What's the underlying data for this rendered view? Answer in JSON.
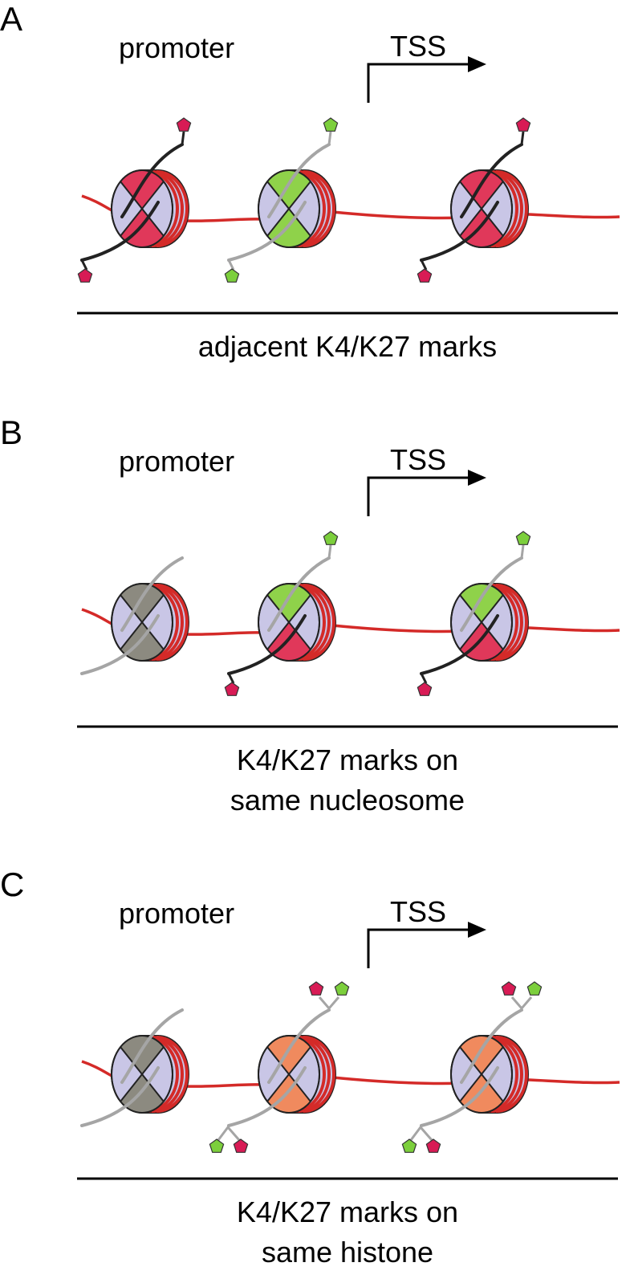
{
  "colors": {
    "dna": "#d42a28",
    "histone_body": "#c9c6e6",
    "k27_red": "#e0385a",
    "k4_green": "#8fd24a",
    "dual_orange": "#f08a5e",
    "unmarked_gray": "#8c8a80",
    "tail_black": "#222222",
    "tail_gray": "#a5a5a5",
    "mark_red": "#d81b55",
    "mark_green": "#7ccf3c"
  },
  "panels": [
    {
      "letter": "A",
      "promoter_label": "promoter",
      "tss_label": "TSS",
      "caption_lines": [
        "adjacent K4/K27 marks"
      ],
      "nucleosomes": [
        {
          "top": "red",
          "bottom": "red",
          "tail_top": "black",
          "tail_bottom": "black",
          "marks_top": [
            "red"
          ],
          "marks_bottom": [
            "red"
          ]
        },
        {
          "top": "green",
          "bottom": "green",
          "tail_top": "gray",
          "tail_bottom": "gray",
          "marks_top": [
            "green"
          ],
          "marks_bottom": [
            "green"
          ]
        },
        {
          "top": "red",
          "bottom": "red",
          "tail_top": "black",
          "tail_bottom": "black",
          "marks_top": [
            "red"
          ],
          "marks_bottom": [
            "red"
          ]
        }
      ]
    },
    {
      "letter": "B",
      "promoter_label": "promoter",
      "tss_label": "TSS",
      "caption_lines": [
        "K4/K27 marks on",
        "same nucleosome"
      ],
      "nucleosomes": [
        {
          "top": "gray",
          "bottom": "gray",
          "tail_top": "gray",
          "tail_bottom": "gray",
          "marks_top": [],
          "marks_bottom": []
        },
        {
          "top": "green",
          "bottom": "red",
          "tail_top": "gray",
          "tail_bottom": "black",
          "marks_top": [
            "green"
          ],
          "marks_bottom": [
            "red"
          ]
        },
        {
          "top": "green",
          "bottom": "red",
          "tail_top": "gray",
          "tail_bottom": "black",
          "marks_top": [
            "green"
          ],
          "marks_bottom": [
            "red"
          ]
        }
      ]
    },
    {
      "letter": "C",
      "promoter_label": "promoter",
      "tss_label": "TSS",
      "caption_lines": [
        "K4/K27 marks on",
        "same histone"
      ],
      "nucleosomes": [
        {
          "top": "gray",
          "bottom": "gray",
          "tail_top": "gray",
          "tail_bottom": "gray",
          "marks_top": [],
          "marks_bottom": []
        },
        {
          "top": "orange",
          "bottom": "orange",
          "tail_top": "gray",
          "tail_bottom": "gray",
          "marks_top": [
            "red",
            "green"
          ],
          "marks_bottom": [
            "green",
            "red"
          ]
        },
        {
          "top": "orange",
          "bottom": "orange",
          "tail_top": "gray",
          "tail_bottom": "gray",
          "marks_top": [
            "red",
            "green"
          ],
          "marks_bottom": [
            "green",
            "red"
          ]
        }
      ]
    }
  ]
}
